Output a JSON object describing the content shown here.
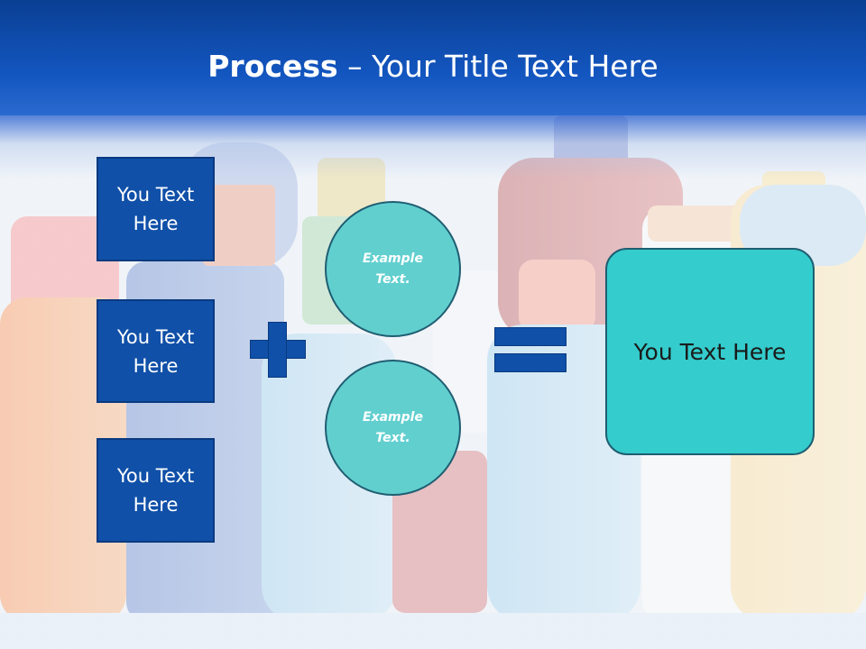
{
  "title": {
    "bold": "Process",
    "rest": " – Your Title Text Here"
  },
  "left_boxes": [
    {
      "label": "You Text Here"
    },
    {
      "label": "You Text Here"
    },
    {
      "label": "You Text Here"
    }
  ],
  "circles": [
    {
      "label": "Example Text."
    },
    {
      "label": "Example Text."
    }
  ],
  "result": {
    "label": "You Text Here"
  },
  "colors": {
    "header": "#1356c0",
    "box_fill": "#1050a8",
    "circle_fill": "#62cfcf",
    "result_fill": "#34cccc"
  }
}
